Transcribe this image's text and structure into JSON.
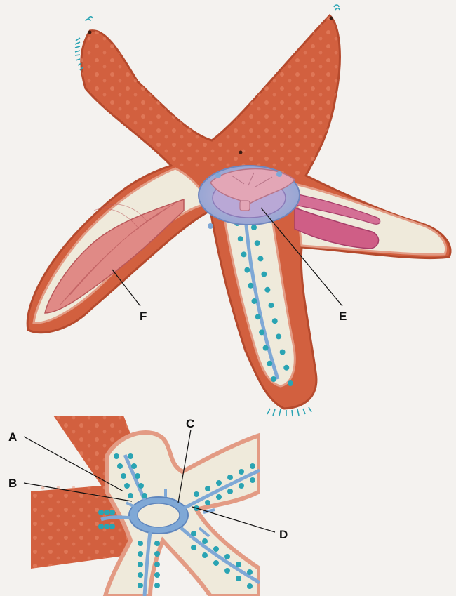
{
  "labels": {
    "a": "A",
    "b": "B",
    "c": "C",
    "d": "D",
    "e": "E",
    "f": "F"
  },
  "colors": {
    "skin": "#d2603f",
    "skin_dark": "#b54a2d",
    "cavity": "#efeadb",
    "gonad": "#e08a86",
    "pyloric_cecum": "#cf5e86",
    "canal": "#7fa8d6",
    "tube_feet": "#2aa4b3",
    "background": "#f4f2ef"
  }
}
